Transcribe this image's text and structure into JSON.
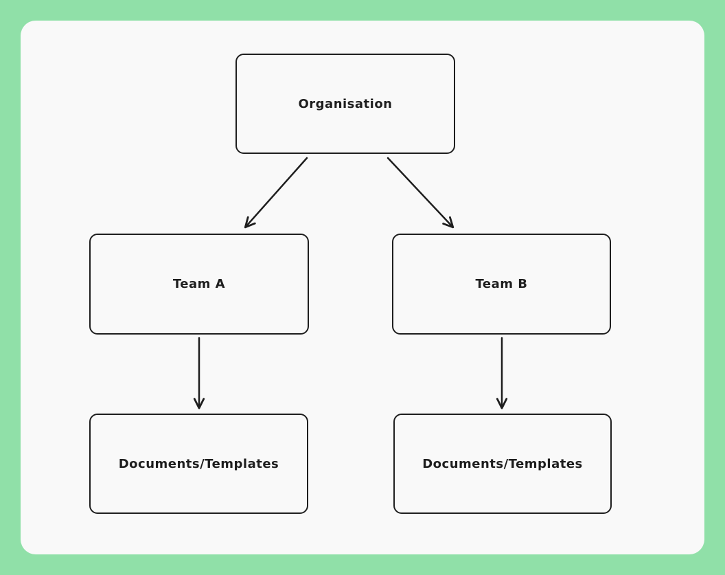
{
  "colors": {
    "frame_background": "#90e0a8",
    "canvas_background": "#f9f9f9",
    "stroke": "#1e1e1e",
    "text": "#1e1e1e"
  },
  "diagram": {
    "nodes": [
      {
        "id": "organisation",
        "label": "Organisation"
      },
      {
        "id": "team-a",
        "label": "Team A"
      },
      {
        "id": "team-b",
        "label": "Team B"
      },
      {
        "id": "docs-a",
        "label": "Documents/Templates"
      },
      {
        "id": "docs-b",
        "label": "Documents/Templates"
      }
    ],
    "edges": [
      {
        "from": "organisation",
        "to": "team-a"
      },
      {
        "from": "organisation",
        "to": "team-b"
      },
      {
        "from": "team-a",
        "to": "docs-a"
      },
      {
        "from": "team-b",
        "to": "docs-b"
      }
    ]
  }
}
